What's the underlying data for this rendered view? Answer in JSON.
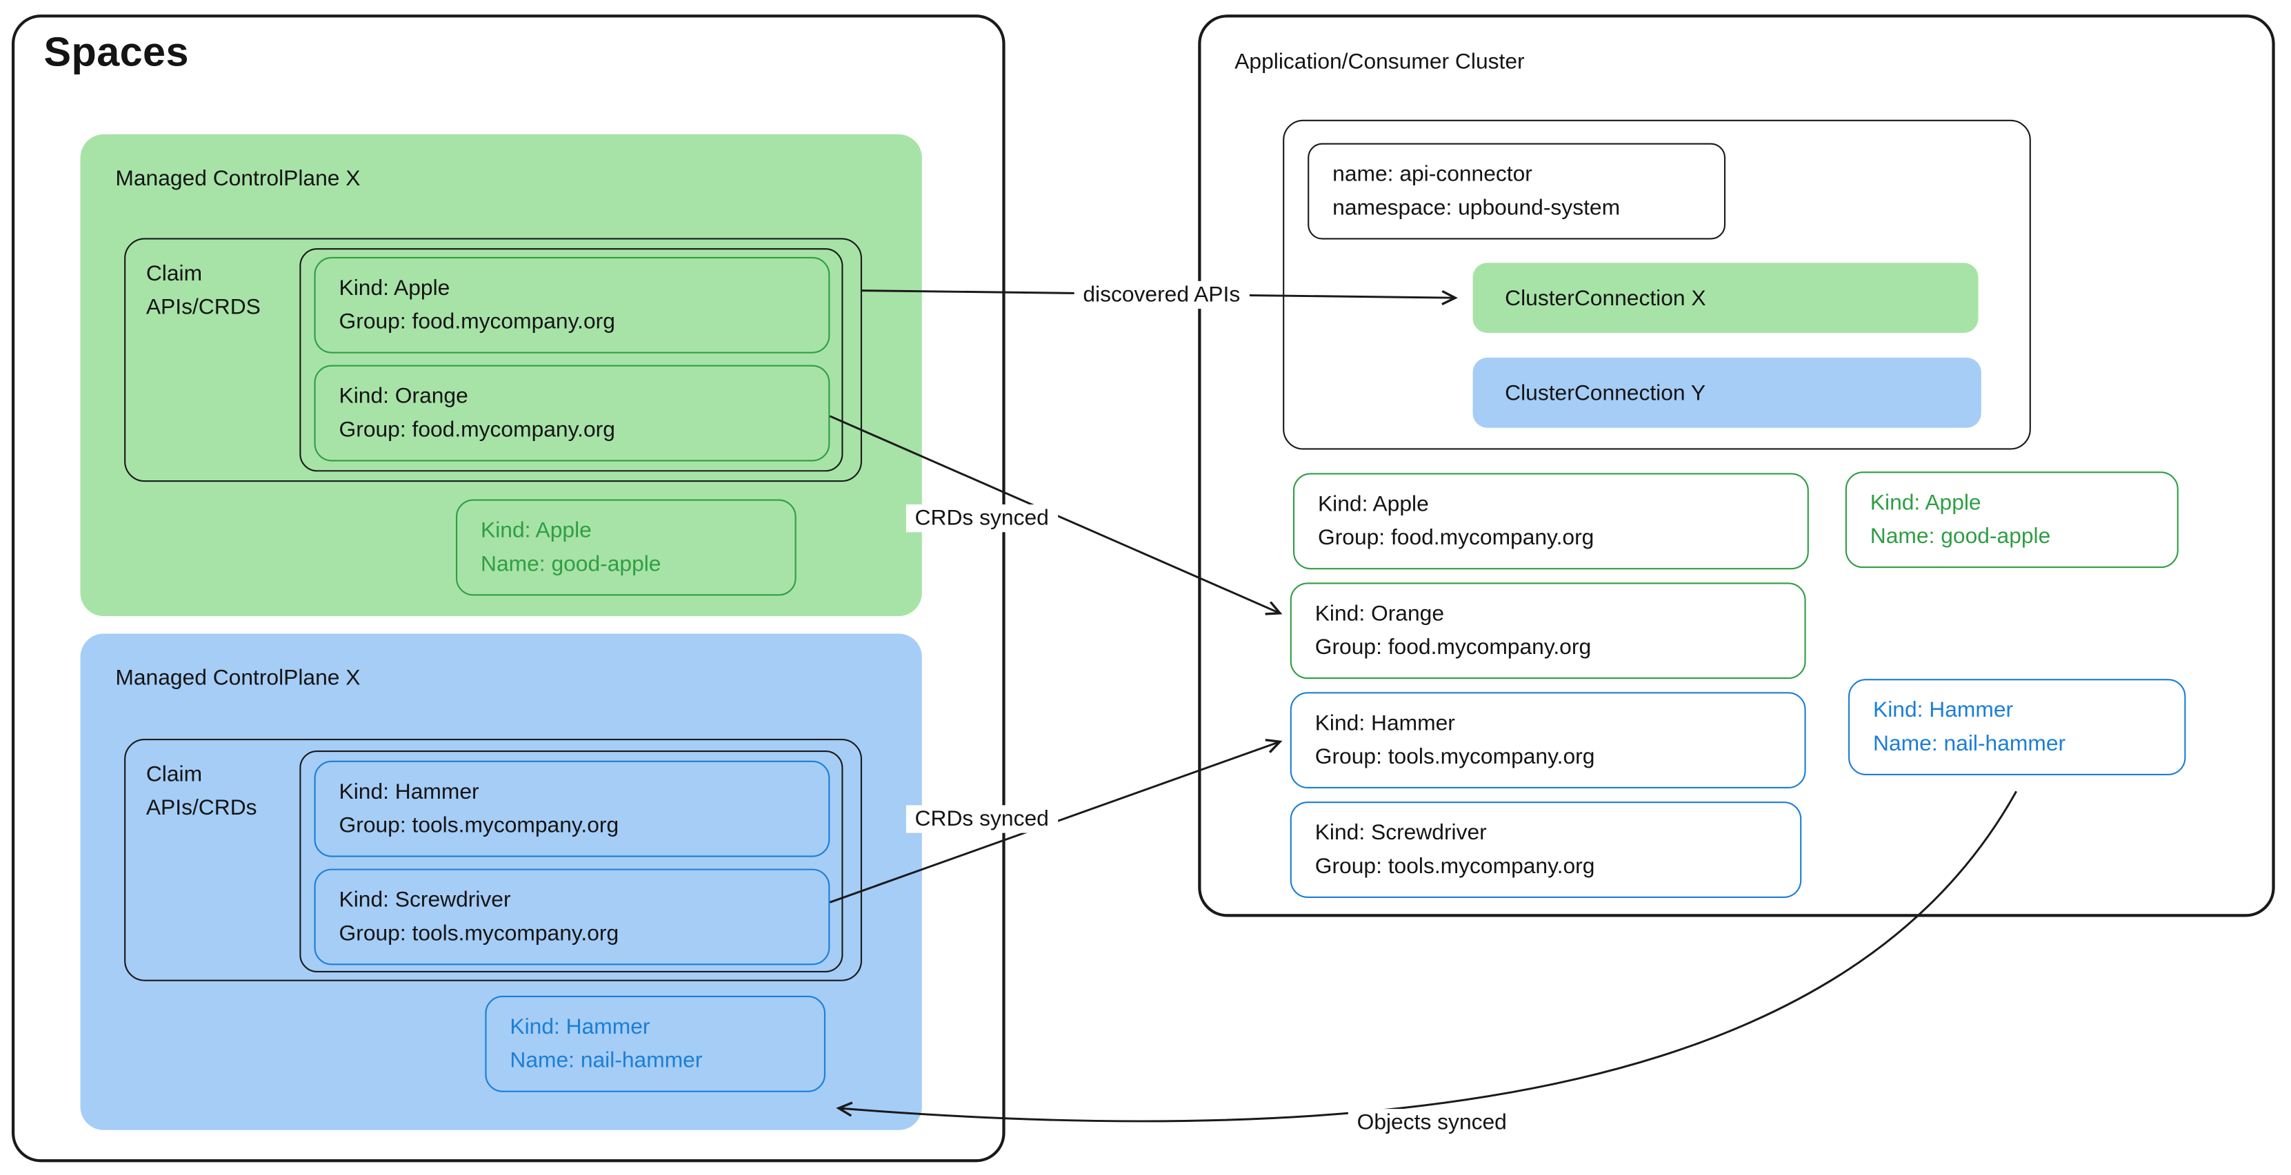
{
  "spaces": {
    "title": "Spaces",
    "green": {
      "title": "Managed ControlPlane X",
      "claim_label_line1": "Claim",
      "claim_label_line2": "APIs/CRDS",
      "claims": [
        {
          "line1": "Kind: Apple",
          "line2": "Group: food.mycompany.org"
        },
        {
          "line1": "Kind: Orange",
          "line2": "Group: food.mycompany.org"
        }
      ],
      "object": {
        "line1": "Kind: Apple",
        "line2": "Name: good-apple"
      }
    },
    "blue": {
      "title": "Managed ControlPlane X",
      "claim_label_line1": "Claim",
      "claim_label_line2": "APIs/CRDs",
      "claims": [
        {
          "line1": "Kind: Hammer",
          "line2": "Group: tools.mycompany.org"
        },
        {
          "line1": "Kind: Screwdriver",
          "line2": "Group: tools.mycompany.org"
        }
      ],
      "object": {
        "line1": "Kind: Hammer",
        "line2": "Name: nail-hammer"
      }
    }
  },
  "cluster": {
    "title": "Application/Consumer Cluster",
    "connector": {
      "meta_line1": "name: api-connector",
      "meta_line2": "namespace: upbound-system",
      "connection_x": "ClusterConnection X",
      "connection_y": "ClusterConnection Y"
    },
    "crds": [
      {
        "line1": "Kind: Apple",
        "line2": "Group: food.mycompany.org"
      },
      {
        "line1": "Kind: Orange",
        "line2": "Group: food.mycompany.org"
      },
      {
        "line1": "Kind: Hammer",
        "line2": "Group: tools.mycompany.org"
      },
      {
        "line1": "Kind: Screwdriver",
        "line2": "Group: tools.mycompany.org"
      }
    ],
    "objects": [
      {
        "line1": "Kind: Apple",
        "line2": "Name: good-apple"
      },
      {
        "line1": "Kind: Hammer",
        "line2": "Name: nail-hammer"
      }
    ]
  },
  "arrows": {
    "discovered_apis": "discovered APIs",
    "crds_synced_top": "CRDs synced",
    "crds_synced_bottom": "CRDs synced",
    "objects_synced": "Objects synced"
  },
  "colors": {
    "green_fill": "#a7e3a7",
    "green_border": "#2f9e44",
    "green_text": "#2f9e44",
    "blue_fill": "#a5cdf6",
    "blue_border": "#1c7ed6",
    "blue_text": "#1c7ed6",
    "line": "#1a1a1a"
  }
}
